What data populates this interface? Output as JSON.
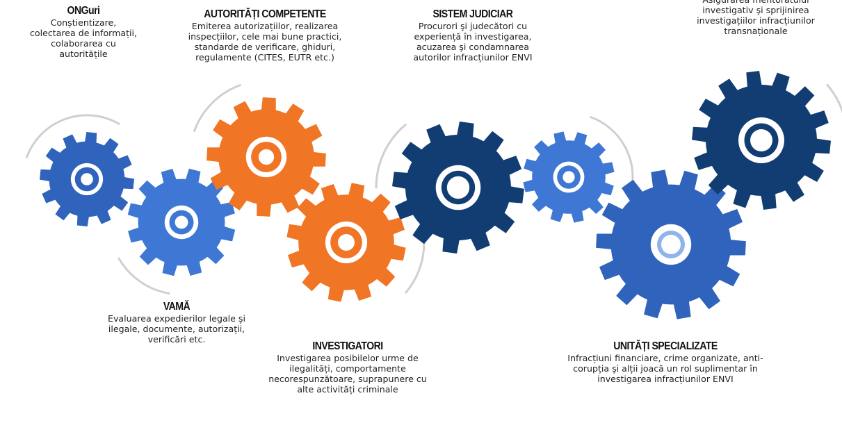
{
  "colors": {
    "dark_navy": "#123D72",
    "mid_blue": "#2F63BC",
    "light_blue": "#3E78D4",
    "orange": "#F07525",
    "arrow_gray": "#cfcfcf"
  },
  "actors": [
    {
      "id": "onguri",
      "title": "ONGuri",
      "description": "Conștientizare, colectarea de informații, colaborarea cu autoritățile"
    },
    {
      "id": "vama",
      "title": "VAMĂ",
      "description": "Evaluarea expedierilor legale şi ilegale, documente, autorizații, verificări etc."
    },
    {
      "id": "autoritati",
      "title": "AUTORITĂȚI COMPETENTE",
      "description": "Emiterea autorizațiilor, realizarea inspecțiilor, cele mai bune practici, standarde de verificare, ghiduri, regulamente (CITES, EUTR etc.)"
    },
    {
      "id": "investigatori",
      "title": "INVESTIGATORI",
      "description": "Investigarea posibilelor urme de ilegalități, comportamente necorespunzătoare, suprapunere cu alte activități criminale"
    },
    {
      "id": "sistem_judiciar",
      "title": "SISTEM JUDICIAR",
      "description": "Procurori şi judecători cu experiență în investigarea, acuzarea şi condamnarea autorilor infracțiunilor ENVI"
    },
    {
      "id": "unitati",
      "title": "UNITĂȚI SPECIALIZATE",
      "description": "Infracțiuni financiare, crime organizate, anti-corupția şi alții joacă un rol suplimentar în investigarea infracțiunilor ENVI"
    },
    {
      "id": "mentorat",
      "title": "",
      "description": "Asigurarea mentoratului investigativ şi sprijinirea investigațiilor infracțiunilor transnaționale"
    }
  ]
}
